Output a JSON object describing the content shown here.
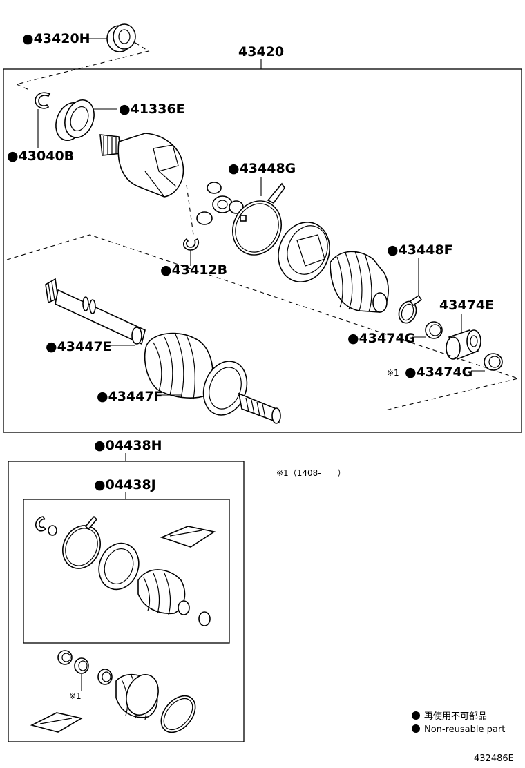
{
  "parts": {
    "p43420H": "●43420H",
    "p43420": "43420",
    "p41336E": "●41336E",
    "p43040B": "●43040B",
    "p43448G": "●43448G",
    "p43412B": "●43412B",
    "p43448F": "●43448F",
    "p43474E": "43474E",
    "p43474G_a": "●43474G",
    "p43447E": "●43447E",
    "p43474G_b": "●43474G",
    "p43474G_b_note": "※1",
    "p43447F": "●43447F",
    "p04438H": "●04438H",
    "p04438J": "●04438J",
    "note_mark": "※1"
  },
  "footnote": "※1（1408-　　）",
  "legend": {
    "jp": "再使用不可部品",
    "en": "Non-reusable part"
  },
  "figure_id": "432486E"
}
